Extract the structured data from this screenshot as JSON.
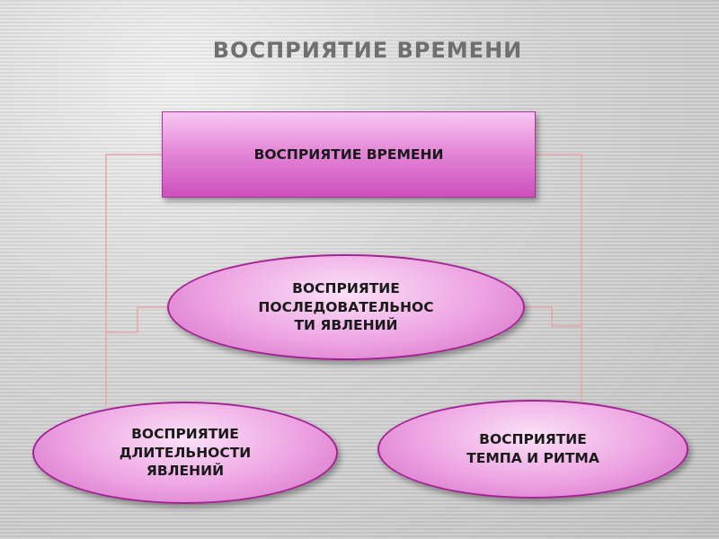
{
  "slide": {
    "title": "ВОСПРИЯТИЕ ВРЕМЕНИ"
  },
  "diagram": {
    "root": "ВОСПРИЯТИЕ ВРЕМЕНИ",
    "sequence": "ВОСПРИЯТИЕ\nПОСЛЕДОВАТЕЛЬНОС\nТИ ЯВЛЕНИЙ",
    "duration": "ВОСПРИЯТИЕ\nДЛИТЕЛЬНОСТИ\nЯВЛЕНИЙ",
    "tempo": "ВОСПРИЯТИЕ\nТЕМПА И РИТМА"
  },
  "colors": {
    "box_fill": "#e58ad8",
    "box_border": "#a42393",
    "connector": "#e8a6a6",
    "title_text": "#6f6f6f"
  }
}
